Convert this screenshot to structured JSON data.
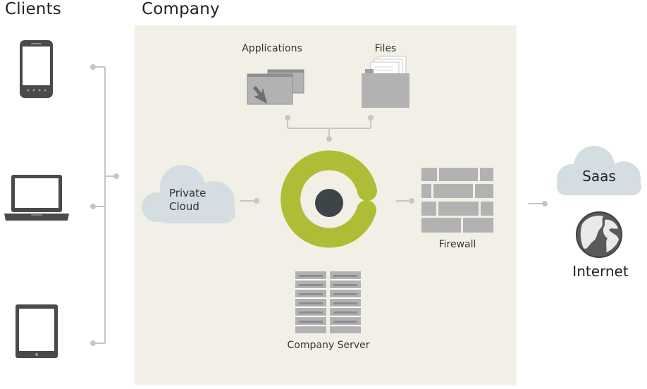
{
  "headings": {
    "clients": "Clients",
    "company": "Company"
  },
  "nodes": {
    "applications": "Applications",
    "files": "Files",
    "private_cloud_line1": "Private",
    "private_cloud_line2": "Cloud",
    "firewall": "Firewall",
    "company_server": "Company Server",
    "saas": "Saas",
    "internet": "Internet"
  },
  "icons": {
    "clients": [
      "smartphone-icon",
      "laptop-icon",
      "tablet-icon"
    ],
    "company": [
      "applications-icon",
      "files-icon",
      "cloud-icon",
      "hub-logo-icon",
      "firewall-icon",
      "server-icon"
    ],
    "external": [
      "cloud-icon",
      "globe-icon"
    ]
  },
  "colors": {
    "panel_background": "#f2f0e6",
    "hub_ring": "#afbd36",
    "hub_center": "#3d4549",
    "connector": "#c6c6c6",
    "device_dark": "#4a4a4a",
    "gray_block": "#b2b2b2",
    "cloud": "#d3dde2"
  }
}
